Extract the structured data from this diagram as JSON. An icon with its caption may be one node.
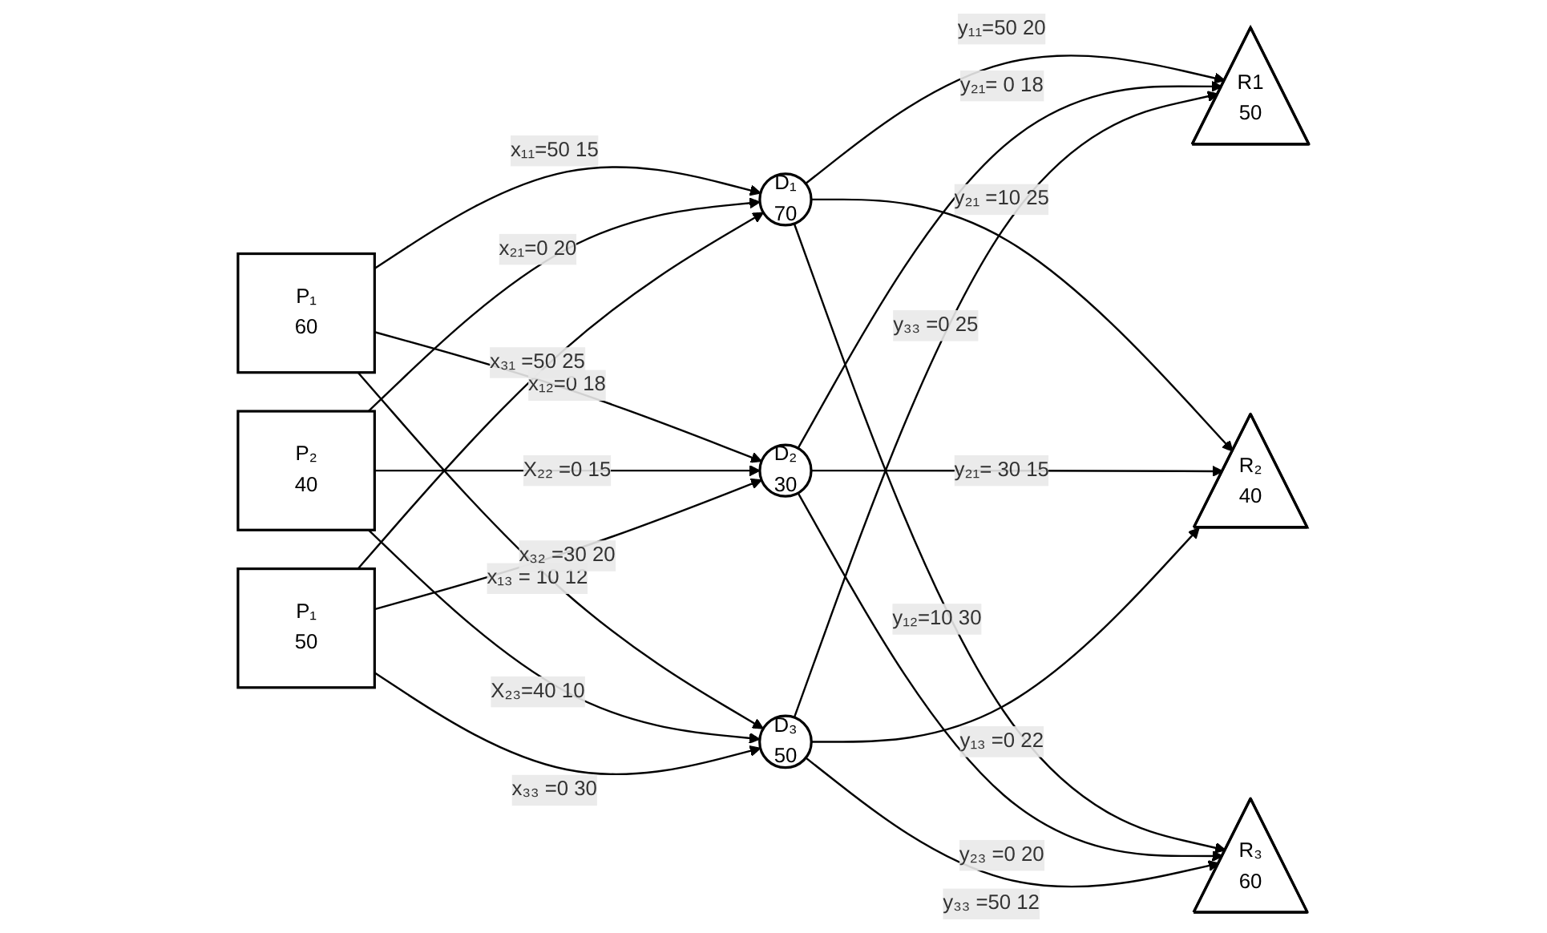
{
  "diagram": {
    "nodes": [
      {
        "text": [
          "P₁",
          "60"
        ]
      },
      {
        "text": [
          "P₂",
          "40"
        ]
      },
      {
        "text": [
          "P₁",
          "50"
        ]
      },
      {
        "text": [
          "D₁",
          "70"
        ]
      },
      {
        "text": [
          "D₂",
          "30"
        ]
      },
      {
        "text": [
          "D₃",
          "50"
        ]
      },
      {
        "text": [
          "R1",
          "50"
        ]
      },
      {
        "text": [
          "R₂",
          "40"
        ]
      },
      {
        "text": [
          "R₃",
          "60"
        ]
      }
    ],
    "edges": [
      {
        "from": 0,
        "to": 3,
        "arrow": "to",
        "label": "x₁₁=50 15"
      },
      {
        "from": 0,
        "to": 4,
        "arrow": "to",
        "label": "x₁₂=0 18"
      },
      {
        "from": 0,
        "to": 5,
        "arrow": "to",
        "label": "x₁₃ = 10 12"
      },
      {
        "from": 1,
        "to": 3,
        "arrow": "to",
        "label": "x₂₁=0 20"
      },
      {
        "from": 1,
        "to": 4,
        "arrow": "to",
        "label": "X₂₂ =0 15"
      },
      {
        "from": 1,
        "to": 5,
        "arrow": "to",
        "label": "X₂₃=40 10"
      },
      {
        "from": 2,
        "to": 3,
        "arrow": "to",
        "label": "x₃₁ =50 25"
      },
      {
        "from": 2,
        "to": 4,
        "arrow": "to",
        "label": "x₃₂ =30 20"
      },
      {
        "from": 2,
        "to": 5,
        "arrow": "to",
        "label": "x₃₃ =0 30"
      },
      {
        "from": 3,
        "to": 6,
        "arrow": "to",
        "label": "y₁₁=50 20"
      },
      {
        "from": 3,
        "to": 7,
        "arrow": "to",
        "label": "y₂₁ =10 25"
      },
      {
        "from": 3,
        "to": 8,
        "arrow": "to",
        "label": "y₁₂=10 30"
      },
      {
        "from": 4,
        "to": 6,
        "arrow": "to",
        "label": "y₂₁= 0 18"
      },
      {
        "from": 4,
        "to": 7,
        "arrow": "to",
        "label": "y₂₁= 30 15"
      },
      {
        "from": 4,
        "to": 8,
        "arrow": "to",
        "label": "y₂₃ =0 20"
      },
      {
        "from": 5,
        "to": 6,
        "arrow": "to",
        "label": "y₃₃ =0 25"
      },
      {
        "from": 5,
        "to": 7,
        "arrow": "to",
        "label": "y₁₃ =0 22"
      },
      {
        "from": 5,
        "to": 8,
        "arrow": "to",
        "label": "y₃₃ =50 12"
      }
    ]
  }
}
